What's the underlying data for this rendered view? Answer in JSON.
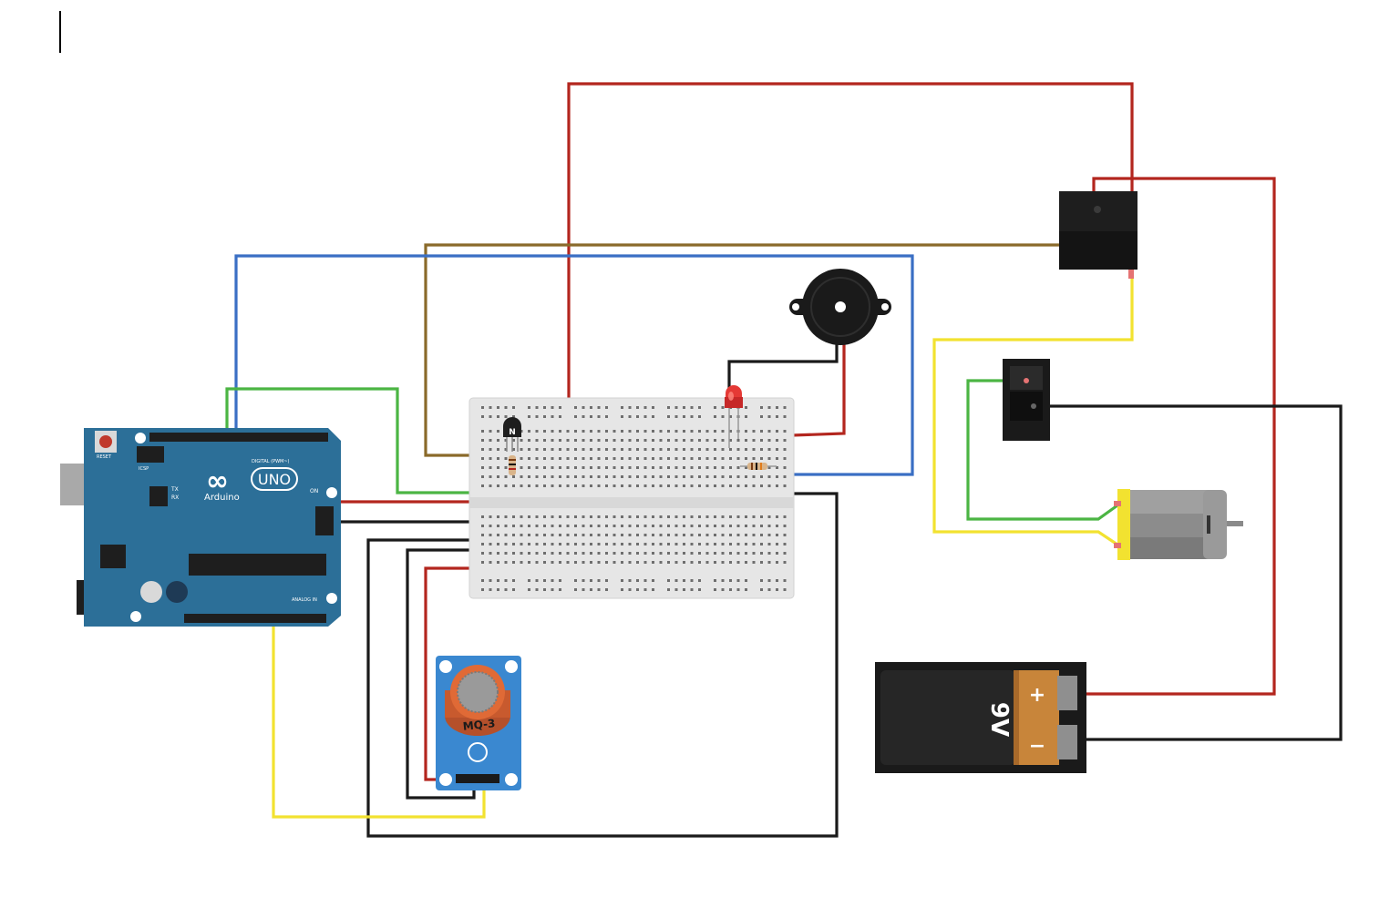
{
  "arduino": {
    "logo_symbol": "∞",
    "board_name": "UNO",
    "brand": "Arduino",
    "reset_label": "RESET",
    "icsp_label": "ICSP",
    "tx_label": "TX",
    "rx_label": "RX",
    "on_label": "ON",
    "digital_label": "DIGITAL (PWM~)",
    "analog_label": "ANALOG IN"
  },
  "transistor": {
    "label": "N"
  },
  "sensor": {
    "label": "MQ-3"
  },
  "battery": {
    "voltage": "9V",
    "plus": "+",
    "minus": "−"
  },
  "colors": {
    "red": "#b3261e",
    "black": "#1a1a1a",
    "blue": "#3a6fc4",
    "green": "#4bb543",
    "yellow": "#f2e230",
    "brown": "#8a6a2a",
    "board": "#2c6f98",
    "sensor_board": "#3a88d0"
  },
  "icons": [
    "arduino-uno",
    "breadboard",
    "npn-transistor",
    "resistor",
    "led",
    "piezo-buzzer",
    "relay",
    "rocker-switch",
    "dc-motor",
    "mq3-gas-sensor",
    "9v-battery"
  ]
}
